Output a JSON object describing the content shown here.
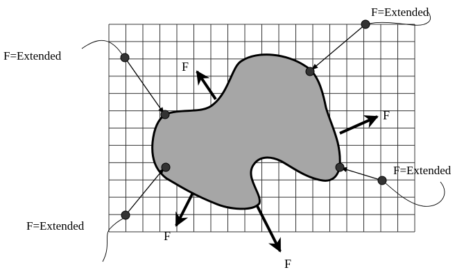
{
  "labels": {
    "extended_top_left": "F=Extended",
    "extended_top_right": "F=Extended",
    "extended_right": "F=Extended",
    "extended_bottom_left": "F=Extended",
    "force_top_left": "F",
    "force_right": "F",
    "force_bottom_left": "F",
    "force_bottom": "F"
  },
  "colors": {
    "region_fill": "#a6a6a6",
    "grid_line": "#333333",
    "outline": "#000000",
    "node_fill": "#333333",
    "background": "#ffffff"
  }
}
